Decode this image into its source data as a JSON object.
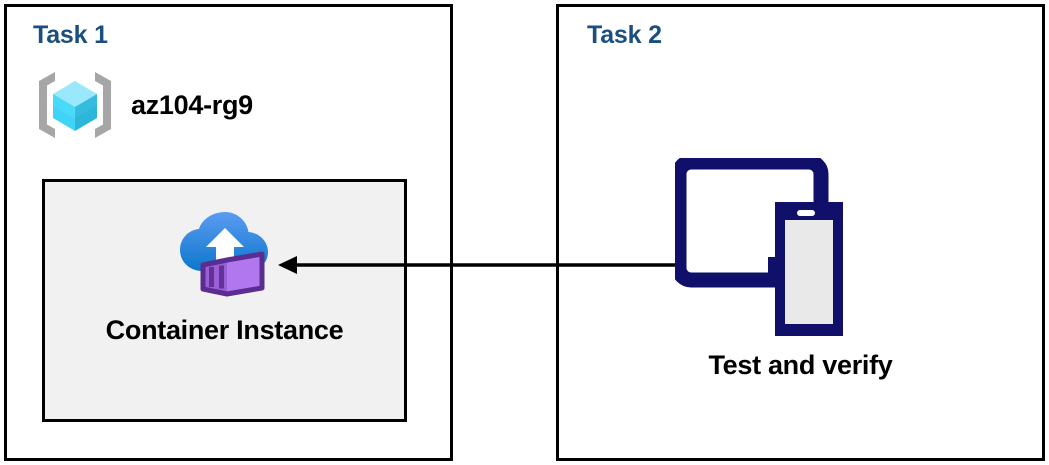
{
  "diagram": {
    "title": "Azure container instance task diagram",
    "panels": [
      {
        "id": "task-1",
        "title": "Task 1",
        "resource_group": {
          "icon": "azure-resource-group-icon",
          "label": "az104-rg9"
        },
        "resource": {
          "icon": "azure-container-instance-icon",
          "label": "Container Instance"
        }
      },
      {
        "id": "task-2",
        "title": "Task 2",
        "action": {
          "icon": "tablet-and-phone-devices-icon",
          "label": "Test and verify"
        }
      }
    ],
    "connector": {
      "name": "arrow-task2-to-task1",
      "direction": "right-to-left",
      "from": "Test and verify",
      "to": "Container Instance"
    },
    "colors": {
      "panel_border": "#000000",
      "title_blue": "#1a4f7f",
      "inner_box_fill": "#f1f1f1",
      "device_navy": "#10106b",
      "resource_group_bracket_gray": "#a6a6a6",
      "cube_cyan_light": "#9ae8fb",
      "cube_cyan": "#32d3f5",
      "cube_cyan_dark": "#32b4d6",
      "cloud_blue_top": "#5a9cf0",
      "cloud_blue_bottom": "#0d7bd0",
      "container_purple": "#b077ef",
      "container_purple_dark": "#5c2d91",
      "container_purple_mid": "#9a5fd6",
      "arrow_black": "#000000"
    }
  }
}
